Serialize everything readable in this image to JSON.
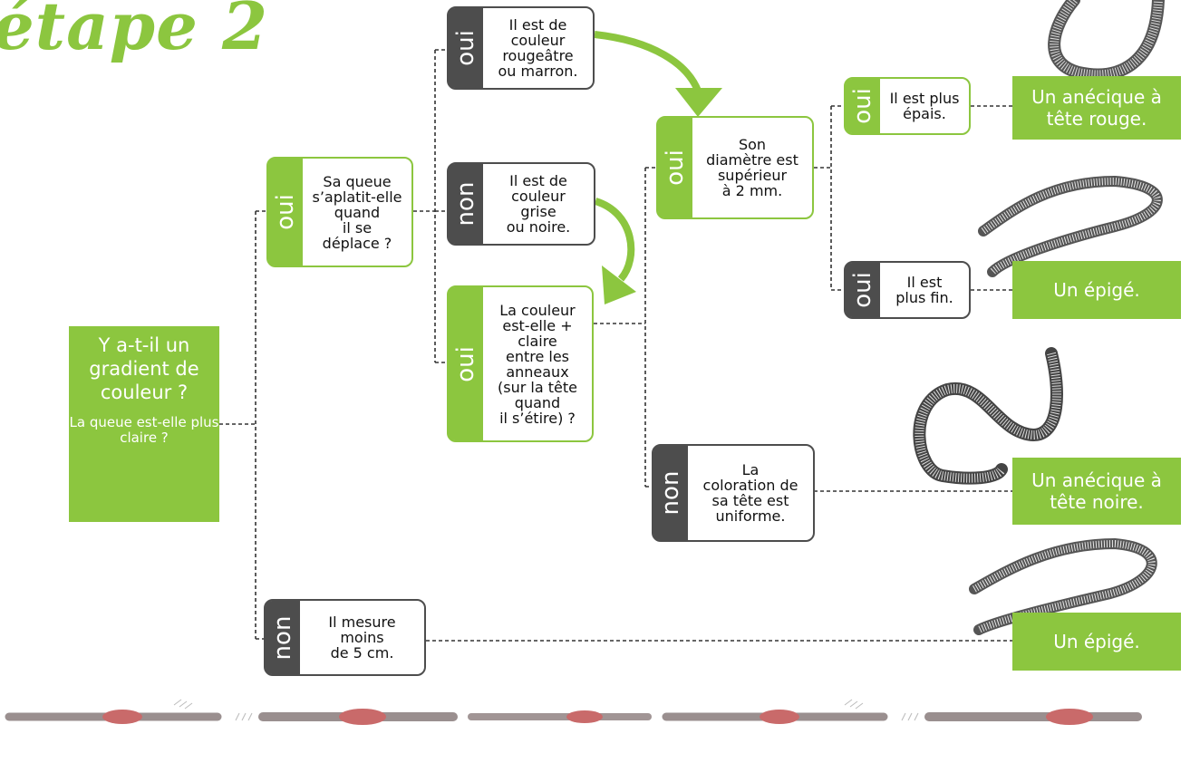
{
  "title": "étape 2",
  "start": {
    "question": "Y a-t-il un gradient de couleur ?",
    "subquestion": "La queue est-elle plus claire ?"
  },
  "nodes": {
    "queue": {
      "tag": "oui",
      "text": "Sa queue\ns’aplatit-elle\nquand\nil se\ndéplace ?"
    },
    "rouge": {
      "tag": "oui",
      "text": "Il est de\ncouleur\nrougeâtre\nou marron."
    },
    "grise": {
      "tag": "non",
      "text": "Il est de\ncouleur\ngrise\nou noire."
    },
    "claire": {
      "tag": "oui",
      "text": "La couleur\nest-elle +\nclaire\nentre les\nanneaux\n(sur la tête\nquand\nil s’étire) ?"
    },
    "diametre": {
      "tag": "oui",
      "text": "Son\ndiamètre est\nsupérieur\nà 2 mm."
    },
    "epais": {
      "tag": "oui",
      "text": "Il est plus\népais."
    },
    "fin": {
      "tag": "oui",
      "text": "Il est\nplus fin."
    },
    "coloration": {
      "tag": "non",
      "text": "La\ncoloration de\nsa tête est\nuniforme."
    },
    "mesure": {
      "tag": "non",
      "text": "Il mesure\nmoins\nde 5 cm."
    }
  },
  "results": {
    "r1": "Un anécique à\ntête rouge.",
    "r2": "Un épigé.",
    "r3": "Un anécique à\ntête noire.",
    "r4": "Un épigé."
  },
  "colors": {
    "accent": "#8cc63f",
    "dark": "#4d4d4d"
  }
}
